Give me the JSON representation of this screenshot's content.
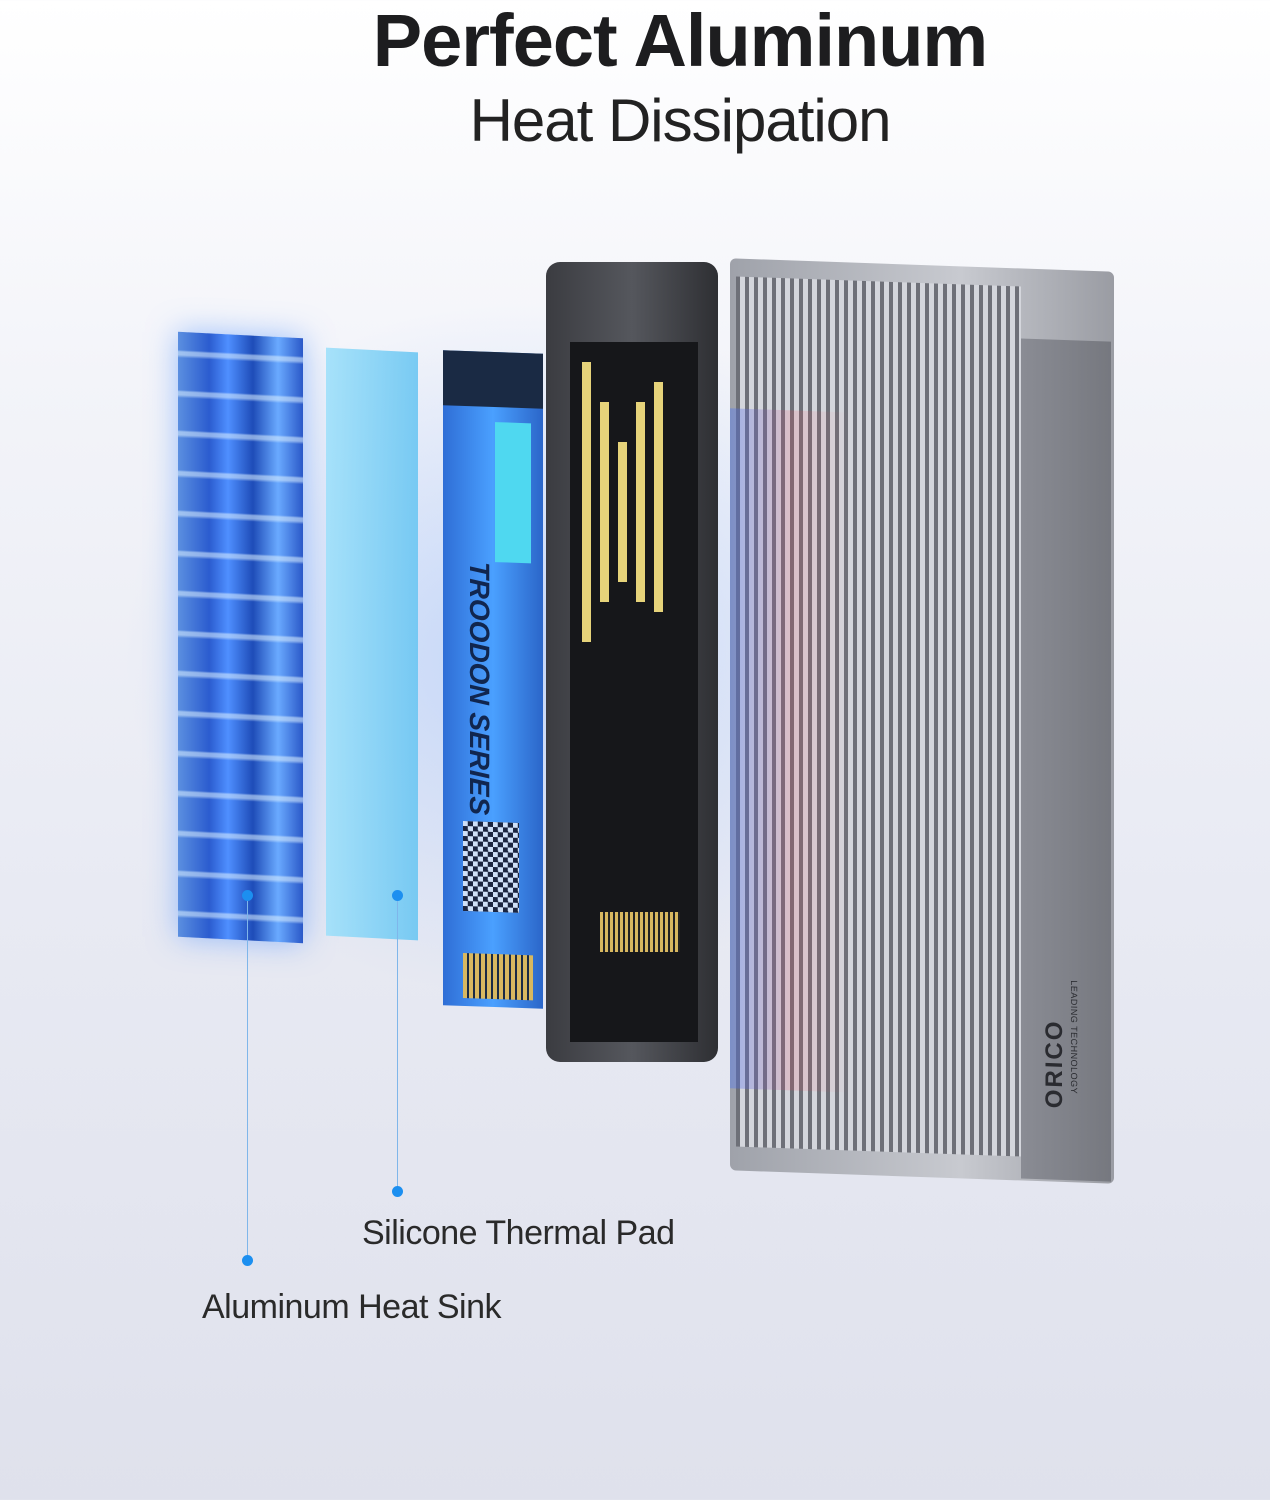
{
  "header": {
    "title": "Perfect Aluminum",
    "subtitle": "Heat Dissipation"
  },
  "callouts": [
    {
      "label": "Silicone Thermal Pad"
    },
    {
      "label": "Aluminum Heat Sink"
    }
  ],
  "product": {
    "ssd_text": "TROODON SERIES",
    "brand_logo": "ORICO",
    "brand_tagline": "LEADING TECHNOLOGY"
  },
  "colors": {
    "accent": "#1c8ff0",
    "heat_blue": "#2b5ccf",
    "case_gray": "#a7a9b0"
  }
}
